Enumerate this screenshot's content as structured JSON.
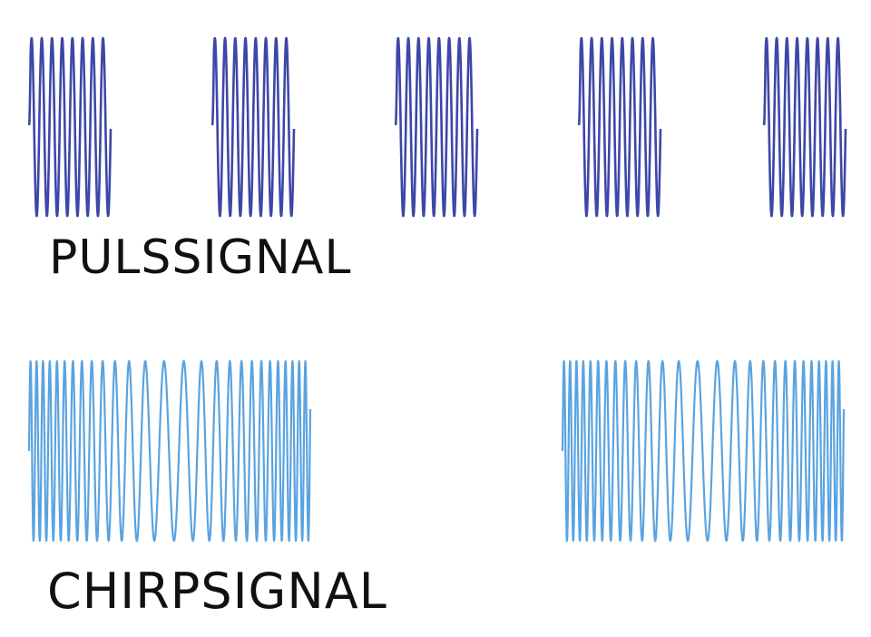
{
  "diagram": {
    "pulse": {
      "label": "PULSSIGNAL",
      "color": "#3d47a8",
      "burst_count": 5,
      "cycles_per_burst": 8
    },
    "chirp": {
      "label": "CHIRPSIGNAL",
      "color": "#5aa3e0",
      "burst_count": 2,
      "frequency_profile": "high-low-high"
    }
  }
}
